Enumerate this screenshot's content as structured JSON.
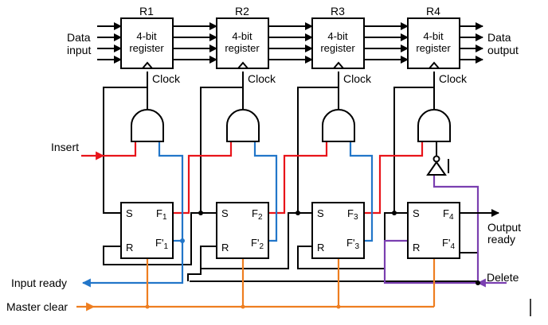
{
  "registers": [
    {
      "name": "R1",
      "line1": "4-bit",
      "line2": "register",
      "clock": "Clock"
    },
    {
      "name": "R2",
      "line1": "4-bit",
      "line2": "register",
      "clock": "Clock"
    },
    {
      "name": "R3",
      "line1": "4-bit",
      "line2": "register",
      "clock": "Clock"
    },
    {
      "name": "R4",
      "line1": "4-bit",
      "line2": "register",
      "clock": "Clock"
    }
  ],
  "flipflops": [
    {
      "s": "S",
      "r": "R",
      "f": "F",
      "fp": "F'",
      "sub": "1"
    },
    {
      "s": "S",
      "r": "R",
      "f": "F",
      "fp": "F'",
      "sub": "2"
    },
    {
      "s": "S",
      "r": "R",
      "f": "F",
      "fp": "F'",
      "sub": "3"
    },
    {
      "s": "S",
      "r": "R",
      "f": "F",
      "fp": "F'",
      "sub": "4"
    }
  ],
  "labels": {
    "data_input_1": "Data",
    "data_input_2": "input",
    "data_output_1": "Data",
    "data_output_2": "output",
    "insert": "Insert",
    "output_ready_1": "Output",
    "output_ready_2": "ready",
    "input_ready": "Input ready",
    "master_clear": "Master clear",
    "delete": "Delete"
  },
  "colors": {
    "insert_path": "#e8141a",
    "flag_path": "#2276c9",
    "clear_path": "#ee7e20",
    "delete_path": "#7a3fb0"
  }
}
